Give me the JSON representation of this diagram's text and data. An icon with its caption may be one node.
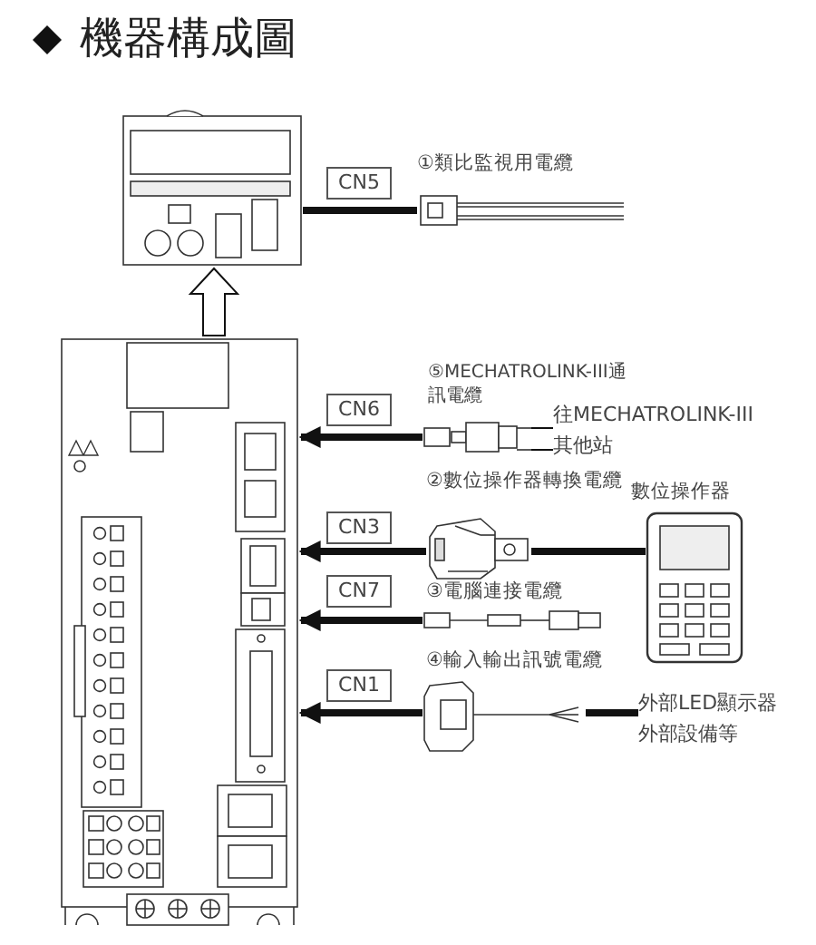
{
  "diagram": {
    "title": "機器構成圖",
    "nodes": [
      {
        "text": [],
        "shape": "picture"
      },
      {
        "text": [],
        "shape": "picture"
      },
      {
        "text": [],
        "shape": "picture",
        "beside": [
          "①類比監視用電纜"
        ]
      },
      {
        "text": [],
        "shape": "picture"
      },
      {
        "text": [
          "往MECHATROLINK-III其他站"
        ]
      },
      {
        "text": [],
        "shape": "picture"
      },
      {
        "text": [],
        "shape": "picture",
        "beside": [
          "數位操作器"
        ]
      },
      {
        "text": [],
        "shape": "picture",
        "beside": [
          "③電腦連接電纜"
        ]
      },
      {
        "text": [],
        "shape": "picture",
        "beside": [
          "④輸入輸出訊號電纜"
        ]
      },
      {
        "text": [
          "外部LED顯示器外部設備等"
        ]
      }
    ],
    "edges": [
      {
        "from": 1,
        "to": 0,
        "arrow": "to"
      },
      {
        "from": 2,
        "to": 0,
        "arrow": "none",
        "label": "CN5"
      },
      {
        "from": 3,
        "to": 1,
        "arrow": "to",
        "label": "CN6"
      },
      {
        "from": 3,
        "to": 4,
        "arrow": "none"
      },
      {
        "from": 3,
        "to": 4,
        "arrow": "none"
      },
      {
        "from": 5,
        "to": 1,
        "arrow": "to",
        "label": "CN3"
      },
      {
        "from": 6,
        "to": 5,
        "arrow": "none"
      },
      {
        "from": 7,
        "to": 1,
        "arrow": "to",
        "label": "CN7"
      },
      {
        "from": 8,
        "to": 1,
        "arrow": "to",
        "label": "CN1"
      },
      {
        "from": 9,
        "to": 8,
        "arrow": "none"
      }
    ],
    "labels": [
      "⑤MECHATROLINK-III通訊電纜",
      "②數位操作器轉換電纜"
    ]
  }
}
